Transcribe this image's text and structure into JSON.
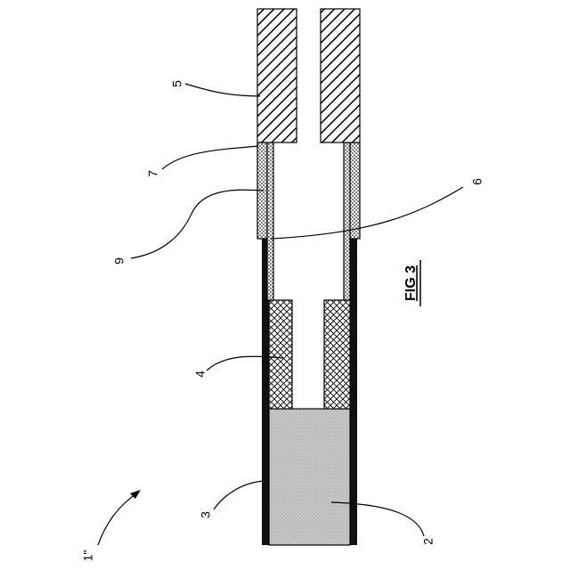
{
  "figure": {
    "caption": "FIG 3",
    "reference_numerals": {
      "device": "1\"",
      "part_2": "2",
      "part_3": "3",
      "part_4": "4",
      "part_5": "5",
      "part_6": "6",
      "part_7": "7",
      "part_9": "9"
    },
    "colors": {
      "line": "#000000",
      "wrapper": "#111111",
      "rod_fill": "#c8c8c8",
      "background": "#ffffff"
    },
    "fill_patterns": [
      "diagonal-hatch",
      "crosshatch",
      "fine-crosshatch",
      "stipple"
    ]
  }
}
